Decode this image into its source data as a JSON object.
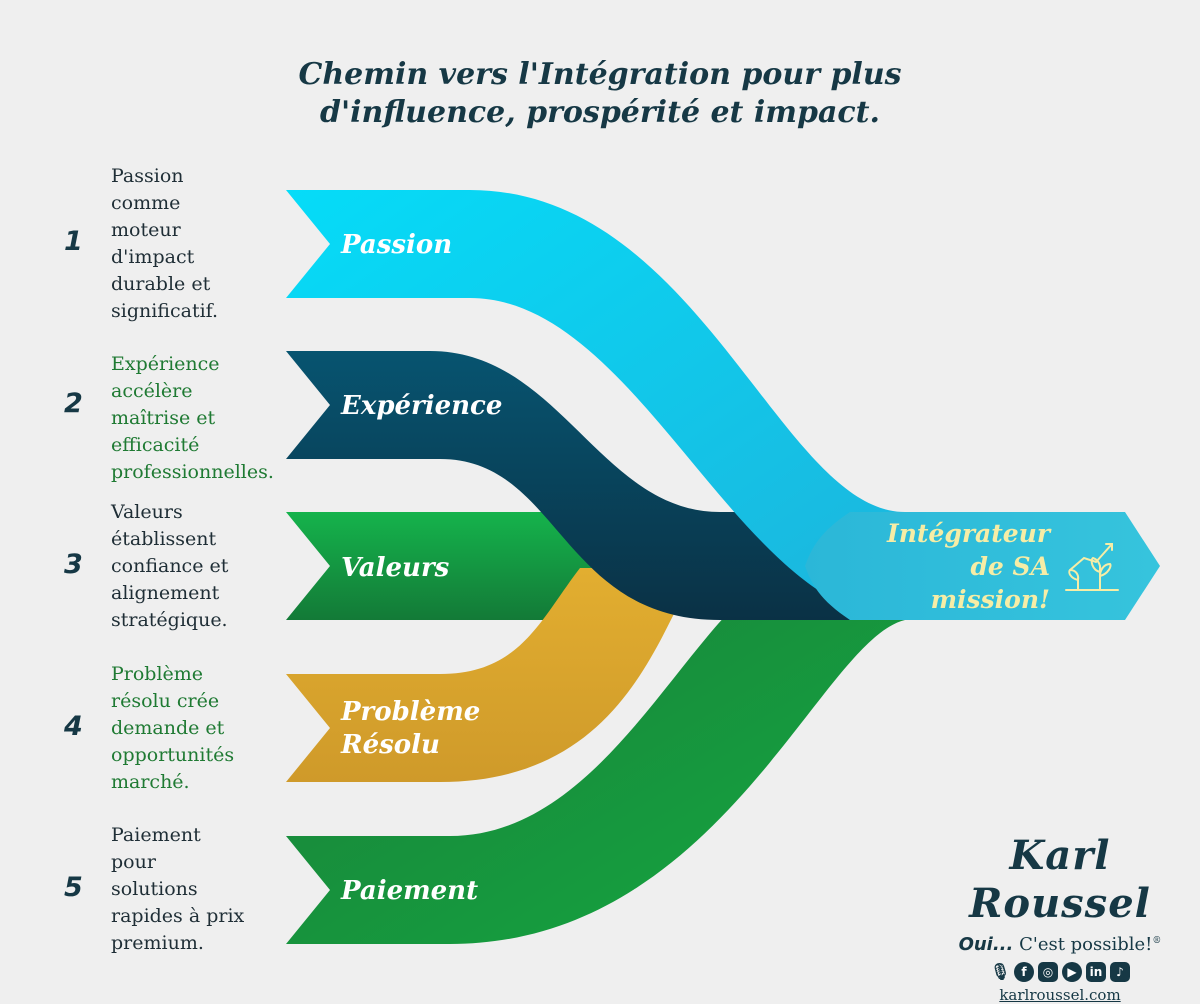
{
  "title_line1": "Chemin vers l'Intégration pour plus",
  "title_line2": "d'influence, prospérité et impact.",
  "steps": [
    {
      "number": "1",
      "label": "Passion",
      "desc": [
        "Passion",
        "comme",
        "moteur",
        "d'impact",
        "durable et",
        "significatif."
      ]
    },
    {
      "number": "2",
      "label": "Expérience",
      "desc": [
        "Expérience",
        "accélère",
        "maîtrise et",
        "efficacité",
        "professionnelles."
      ]
    },
    {
      "number": "3",
      "label": "Valeurs",
      "desc": [
        "Valeurs",
        "établissent",
        "confiance et",
        "alignement",
        "stratégique."
      ]
    },
    {
      "number": "4",
      "label_line1": "Problème",
      "label_line2": "Résolu",
      "desc": [
        "Problème",
        "résolu crée",
        "demande et",
        "opportunités",
        "marché."
      ]
    },
    {
      "number": "5",
      "label": "Paiement",
      "desc": [
        "Paiement",
        "pour",
        "solutions",
        "rapides à prix",
        "premium."
      ]
    }
  ],
  "goal": {
    "line1": "Intégrateur",
    "line2": "de SA",
    "line3": "mission!",
    "icon": "growth-plant-icon"
  },
  "brand": {
    "name": "Karl Roussel",
    "tagline_bold": "Oui...",
    "tagline_rest": " C'est possible!",
    "tagline_mark": "®",
    "website": "karlroussel.com",
    "social_icons": [
      "podcast-icon",
      "facebook-icon",
      "instagram-icon",
      "youtube-icon",
      "linkedin-icon",
      "tiktok-icon"
    ]
  },
  "colors": {
    "passion": "#12c6e8",
    "experience": "#0d4a63",
    "valeurs": "#1b9a43",
    "probleme": "#d8a52e",
    "paiement": "#1f8f3c",
    "goal": "#2fb9d5",
    "text_dark": "#163845",
    "text_green": "#1f7a33"
  }
}
